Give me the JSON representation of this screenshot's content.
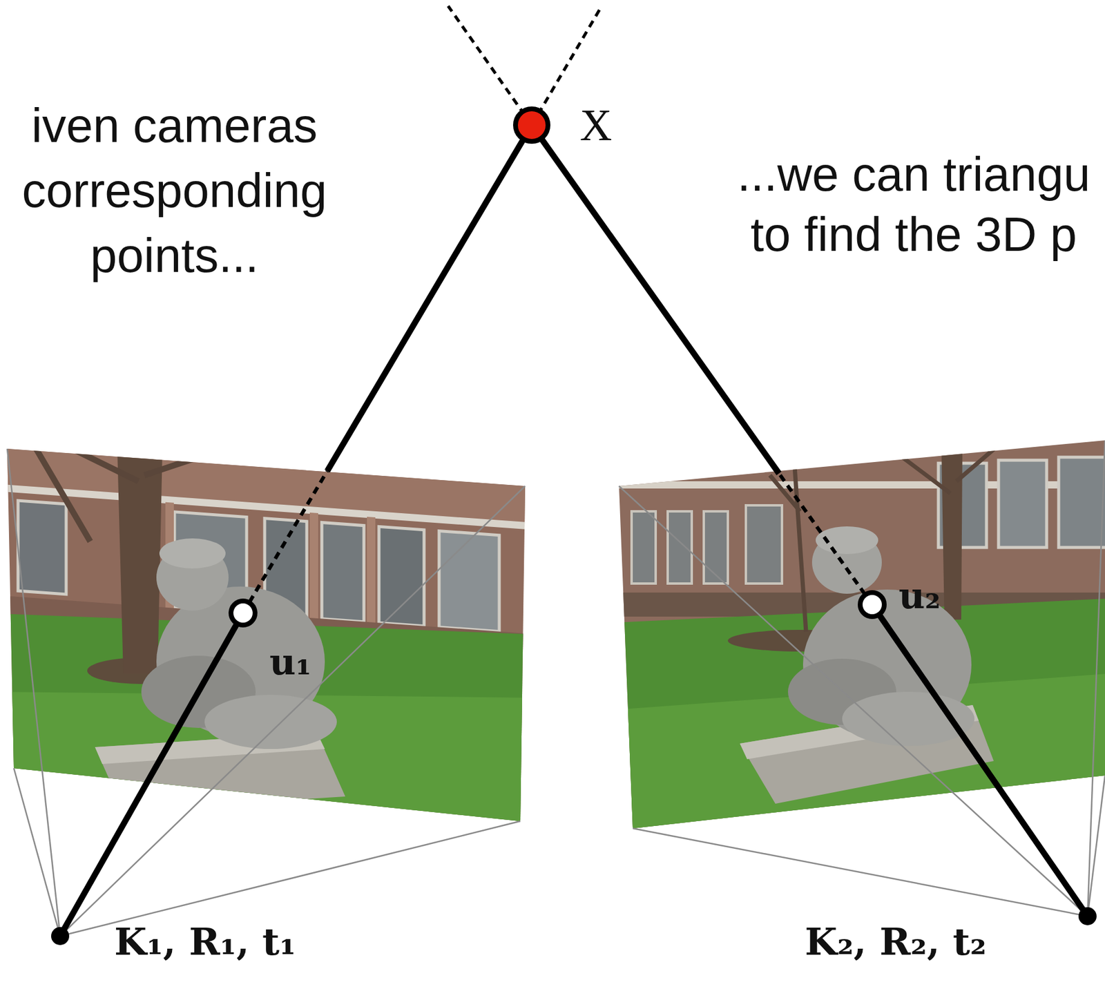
{
  "diagram": {
    "labels": [
      "iven cameras corresponding points...",
      "...we can triangu to find the 3D p",
      "X",
      "u₁",
      "u₂",
      "K₁, R₁, t₁",
      "K₂, R₂, t₂"
    ]
  }
}
